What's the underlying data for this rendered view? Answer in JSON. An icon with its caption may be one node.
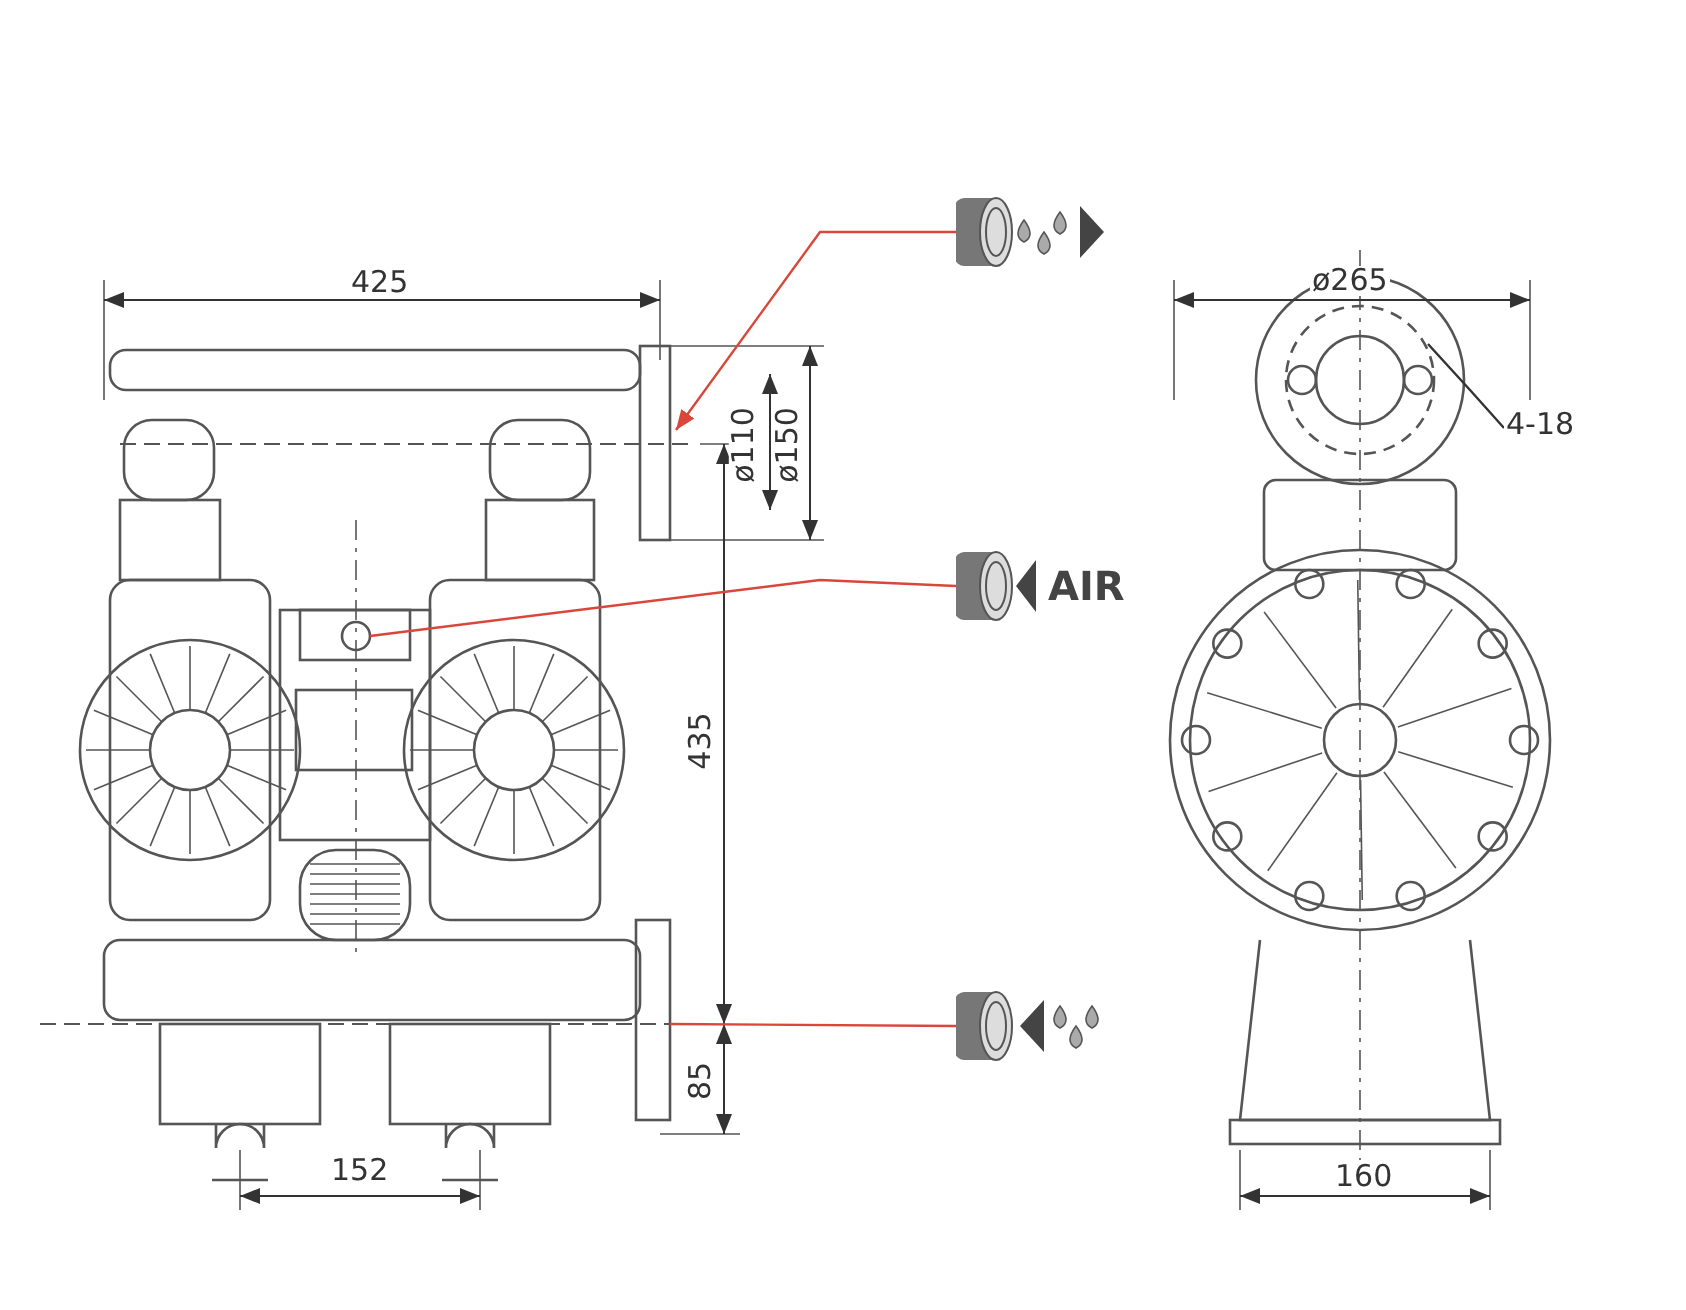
{
  "diagram": {
    "nodes": [
      {
        "text": [],
        "shape": "picture"
      },
      {
        "text": [
          "AIR"
        ]
      },
      {
        "text": [],
        "shape": "picture"
      },
      {
        "text": [
          "4-18"
        ]
      }
    ],
    "edges": [
      {
        "from": 0,
        "to": null,
        "arrow": "to"
      },
      {
        "from": 1,
        "to": null,
        "arrow": "none"
      },
      {
        "from": 2,
        "to": null,
        "arrow": "none"
      },
      {
        "from": 3,
        "to": null,
        "arrow": "none",
        "color": "#333333"
      }
    ],
    "labels": [
      "425",
      "ø110",
      "ø150",
      "435",
      "85",
      "152",
      "ø265",
      "160"
    ]
  }
}
